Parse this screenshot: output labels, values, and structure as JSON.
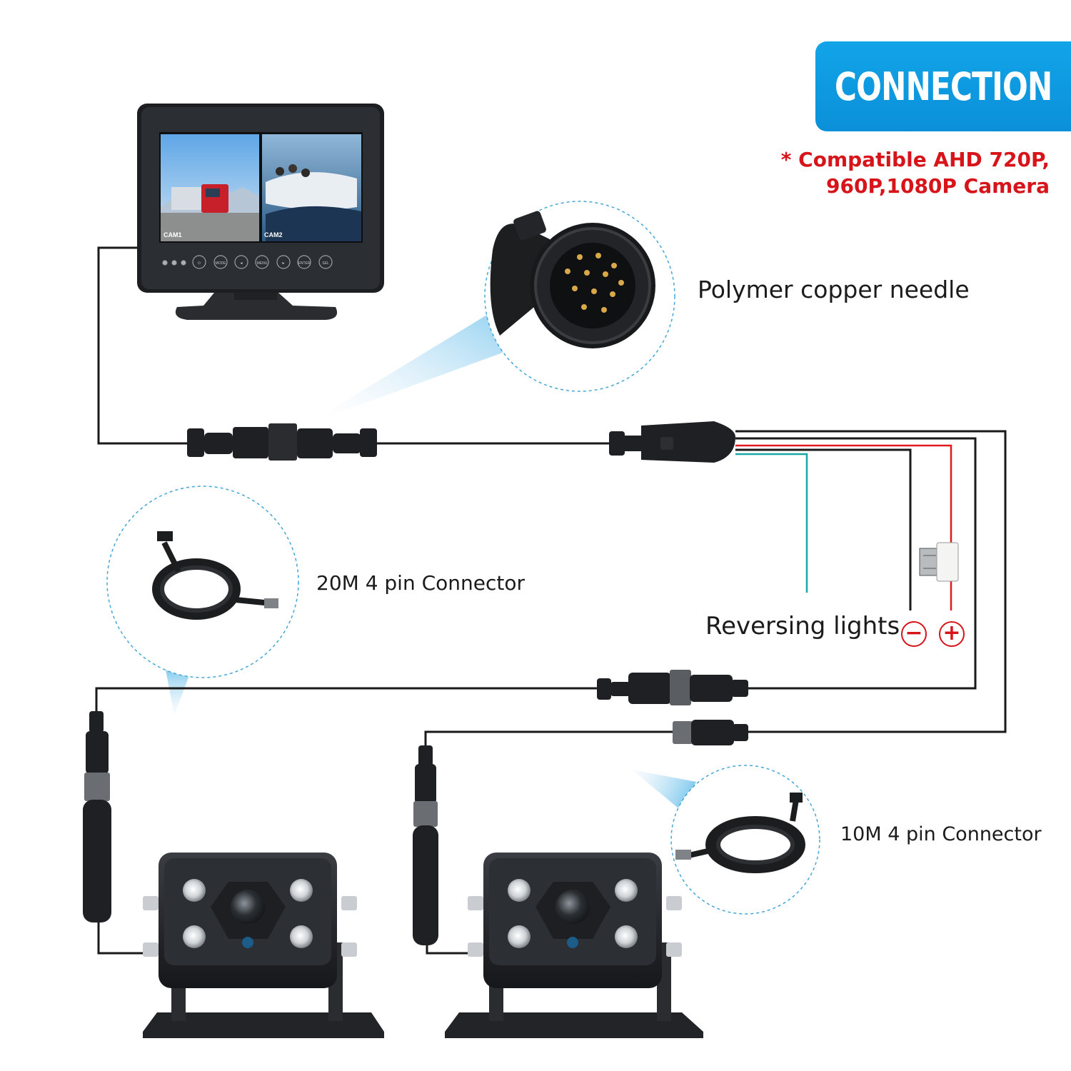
{
  "banner": {
    "title": "CONNECTION",
    "color": "#0f9be0"
  },
  "compat_note": {
    "line1": "* Compatible AHD 720P,",
    "line2": "960P,1080P Camera",
    "color": "#d7141a"
  },
  "labels": {
    "polymer": "Polymer copper needle",
    "connector_20m": "20M 4 pin Connector",
    "reversing": "Reversing lights",
    "connector_10m": "10M 4 pin Connector"
  },
  "monitor": {
    "cam1_label": "CAM1",
    "cam2_label": "CAM2",
    "button_icons": [
      "power-icon",
      "mode-icon",
      "left-icon",
      "menu-icon",
      "right-icon",
      "enter-icon",
      "sel-icon"
    ],
    "button_labels": [
      "",
      "MODE",
      "◄",
      "MENU",
      "►",
      "ENTER",
      "SEL"
    ]
  },
  "power": {
    "minus": "−",
    "plus": "+"
  },
  "wire_colors": {
    "cable": "#1a1a1a",
    "positive": "#e0191f",
    "reverse": "#1aa8a6",
    "dashed": "#43a6d8"
  }
}
